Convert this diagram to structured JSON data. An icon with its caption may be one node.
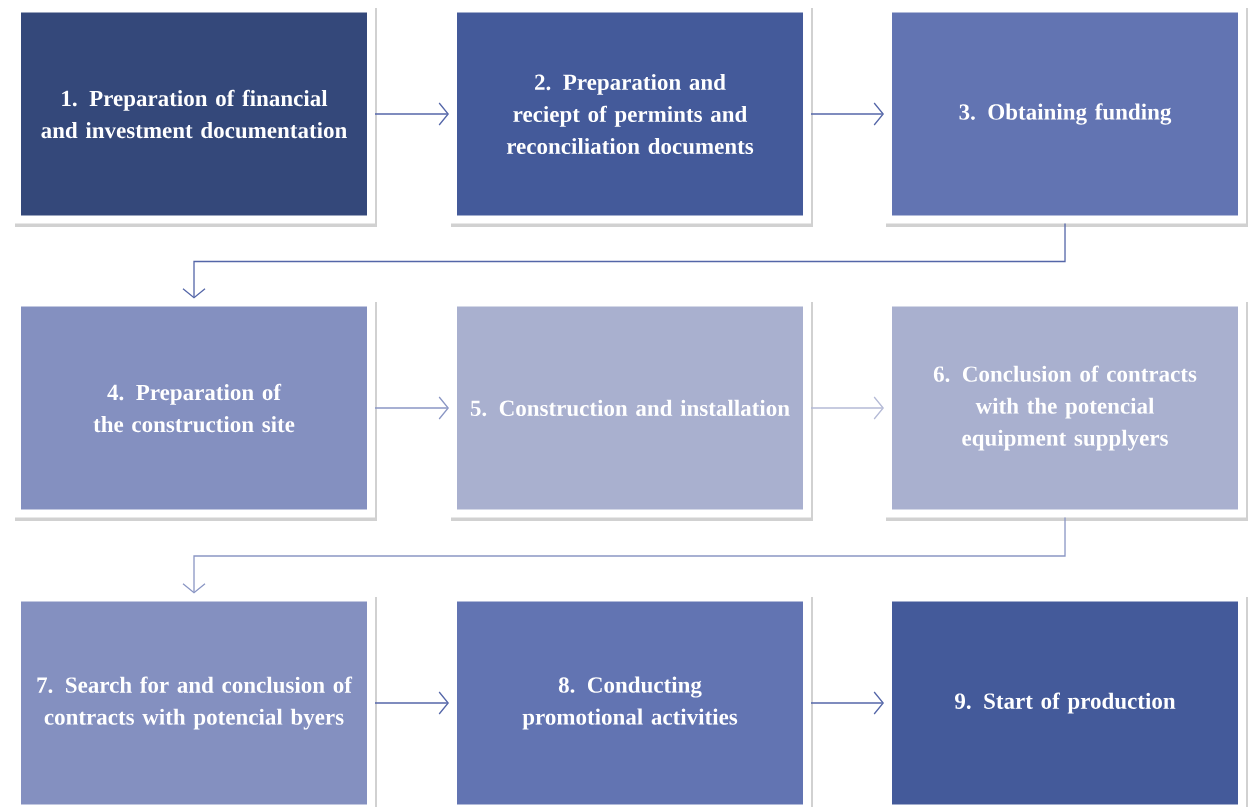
{
  "diagram": {
    "nodes": [
      {
        "text": [
          "1. Preparation of financial and investment documentation"
        ]
      },
      {
        "text": [
          "2. Preparation and reciept of permints and reconciliation documents"
        ]
      },
      {
        "text": [
          "3. Obtaining funding"
        ]
      },
      {
        "text": [
          "4. Preparation of the construction site"
        ]
      },
      {
        "text": [
          "5. Construction and installation"
        ]
      },
      {
        "text": [
          "6. Conclusion of contracts with the potencial equipment supplyers"
        ]
      },
      {
        "text": [
          "7. Search for and conclusion of contracts with potencial byers"
        ]
      },
      {
        "text": [
          "8. Conducting promotional activities"
        ]
      },
      {
        "text": [
          "9. Start of production"
        ]
      }
    ],
    "edges": [
      {
        "from": 0,
        "to": 1,
        "arrow": "to"
      },
      {
        "from": 1,
        "to": 2,
        "arrow": "to"
      },
      {
        "from": 2,
        "to": 3,
        "arrow": "to"
      },
      {
        "from": 3,
        "to": 4,
        "arrow": "to",
        "color": "#8a96c4"
      },
      {
        "from": 4,
        "to": 5,
        "arrow": "to",
        "color": "#b4bad6"
      },
      {
        "from": 5,
        "to": 6,
        "arrow": "to",
        "color": "#8a96c4"
      },
      {
        "from": 6,
        "to": 7,
        "arrow": "to"
      },
      {
        "from": 7,
        "to": 8,
        "arrow": "to"
      }
    ]
  }
}
